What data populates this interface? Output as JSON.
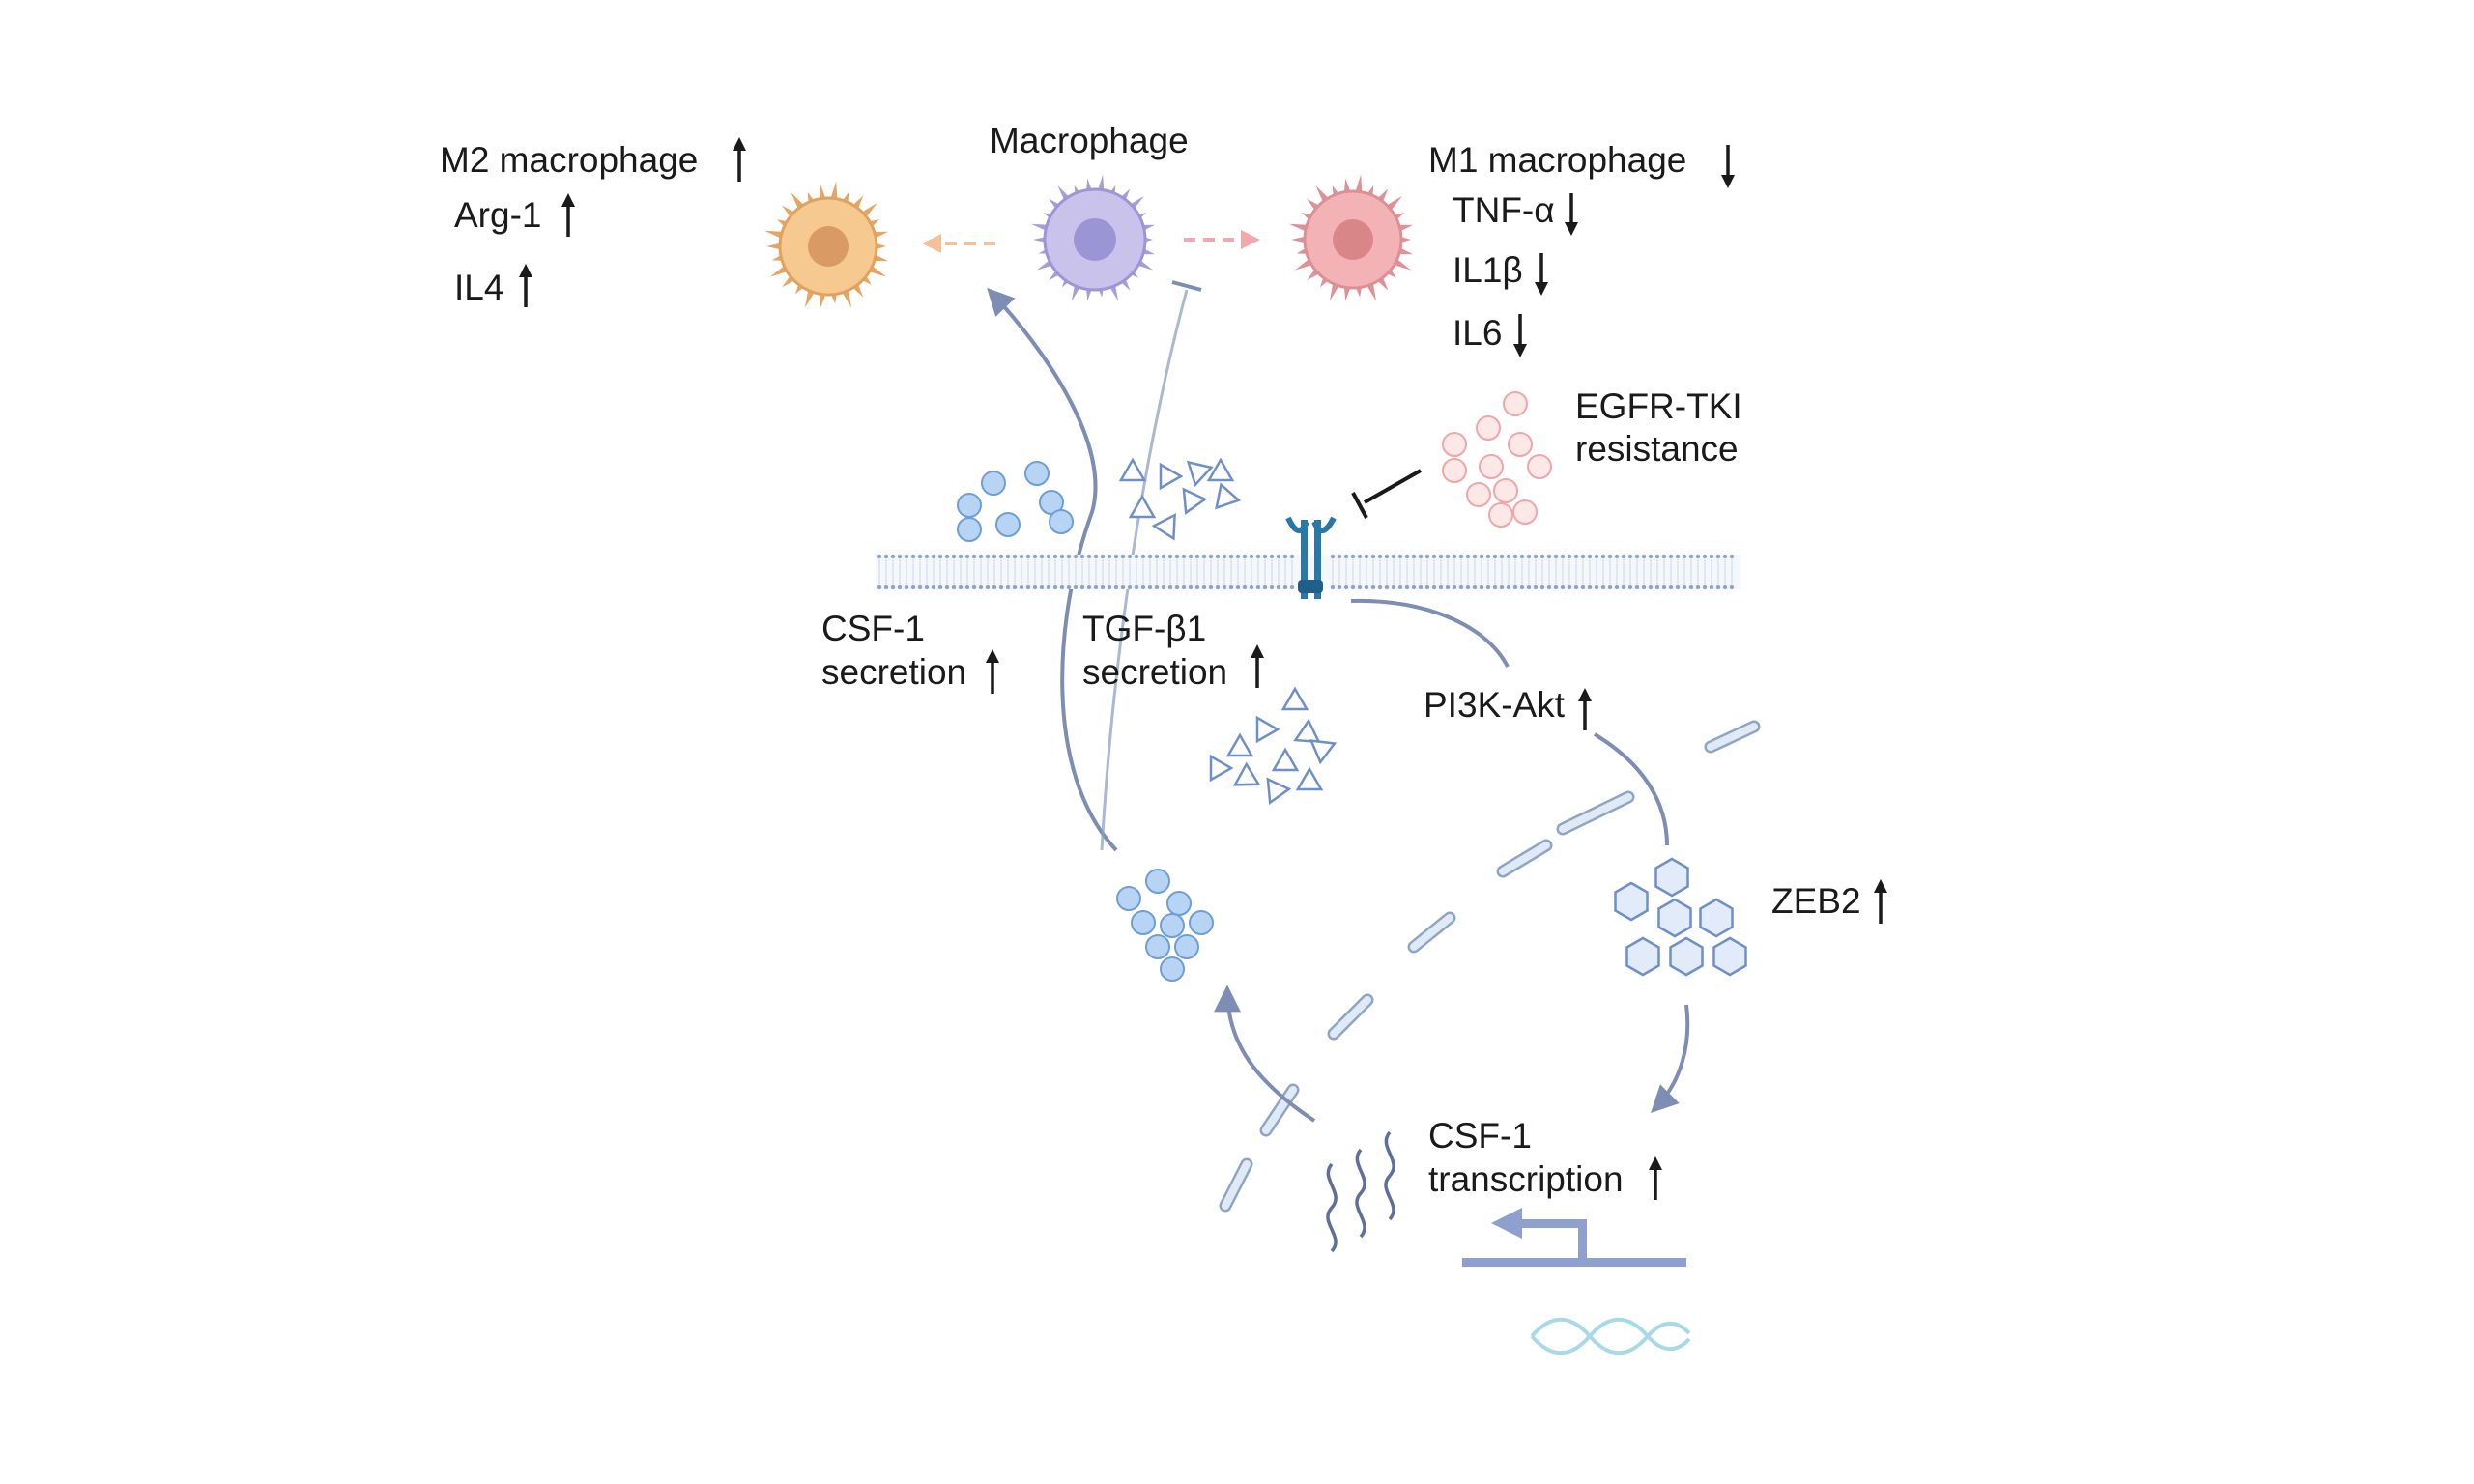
{
  "labels": {
    "macrophage": "Macrophage",
    "m2_title": "M2 macrophage",
    "m2_marker_1": "Arg-1",
    "m2_marker_2": "IL4",
    "m1_title": "M1 macrophage",
    "m1_marker_1": "TNF-α",
    "m1_marker_2": "IL1β",
    "m1_marker_3": "IL6",
    "egfr_line1": "EGFR-TKI",
    "egfr_line2": "resistance",
    "csf1_sec_line1": "CSF-1",
    "csf1_sec_line2": "secretion",
    "tgf_line1": "TGF-β1",
    "tgf_line2": "secretion",
    "pi3k": "PI3K-Akt",
    "zeb2": "ZEB2",
    "csf1_tx_line1": "CSF-1",
    "csf1_tx_line2": "transcription"
  },
  "colors": {
    "text": "#1a1a1a",
    "arrow": "#7e8db4",
    "m2_cell": "#f5c98f",
    "m2_nucleus": "#d99a66",
    "macrophage_cell": "#c9c2ea",
    "macrophage_nucleus": "#9b95d6",
    "m1_cell": "#f3b3b6",
    "m1_nucleus": "#d98689",
    "csf1_particle": "#b8d4f5",
    "tgf_particle": "#ffffff",
    "egfr_particle": "#fde8e8",
    "membrane": "#8fa5c6",
    "receptor": "#2a78a8",
    "dna": "#a8d9e8"
  },
  "icons": [
    "m2-macrophage-icon",
    "macrophage-icon",
    "m1-macrophage-icon",
    "receptor-icon",
    "dna-icon",
    "mrna-icon",
    "promoter-arrow-icon"
  ]
}
